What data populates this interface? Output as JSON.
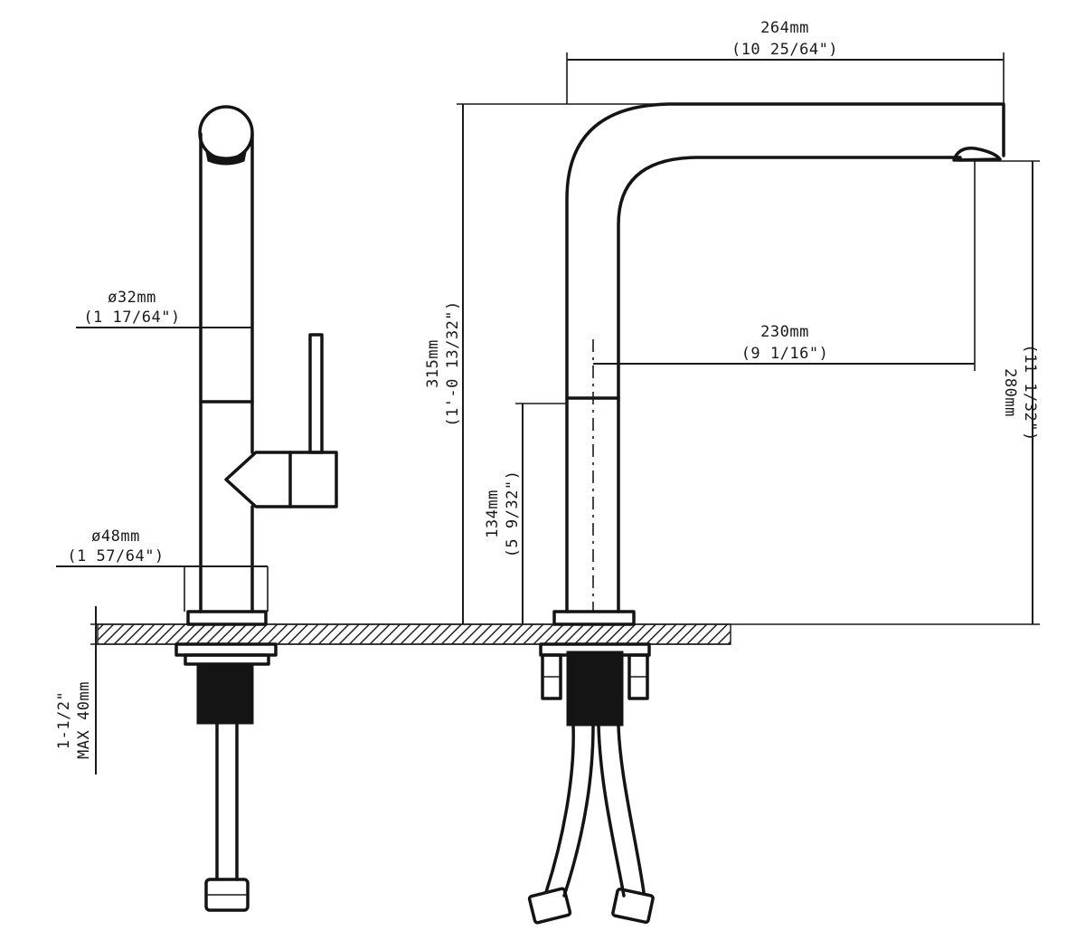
{
  "dimensions": {
    "width_total": {
      "metric": "264mm",
      "imperial": "(10 25/64\")"
    },
    "reach": {
      "metric": "230mm",
      "imperial": "(9 1/16\")"
    },
    "height_total": {
      "metric": "315mm",
      "imperial": "(1'-0 13/32\")"
    },
    "spout_height": {
      "metric": "280mm",
      "imperial": "(11 1/32\")"
    },
    "handle_height": {
      "metric": "134mm",
      "imperial": "(5 9/32\")"
    },
    "body_diameter": {
      "metric": "ø32mm",
      "imperial": "(1 17/64\")"
    },
    "base_diameter": {
      "metric": "ø48mm",
      "imperial": "(1 57/64\")"
    },
    "deck_thickness": {
      "imperial": "1-1/2\"",
      "metric": "MAX 40mm"
    }
  },
  "colors": {
    "line": "#141414",
    "background": "#ffffff"
  }
}
